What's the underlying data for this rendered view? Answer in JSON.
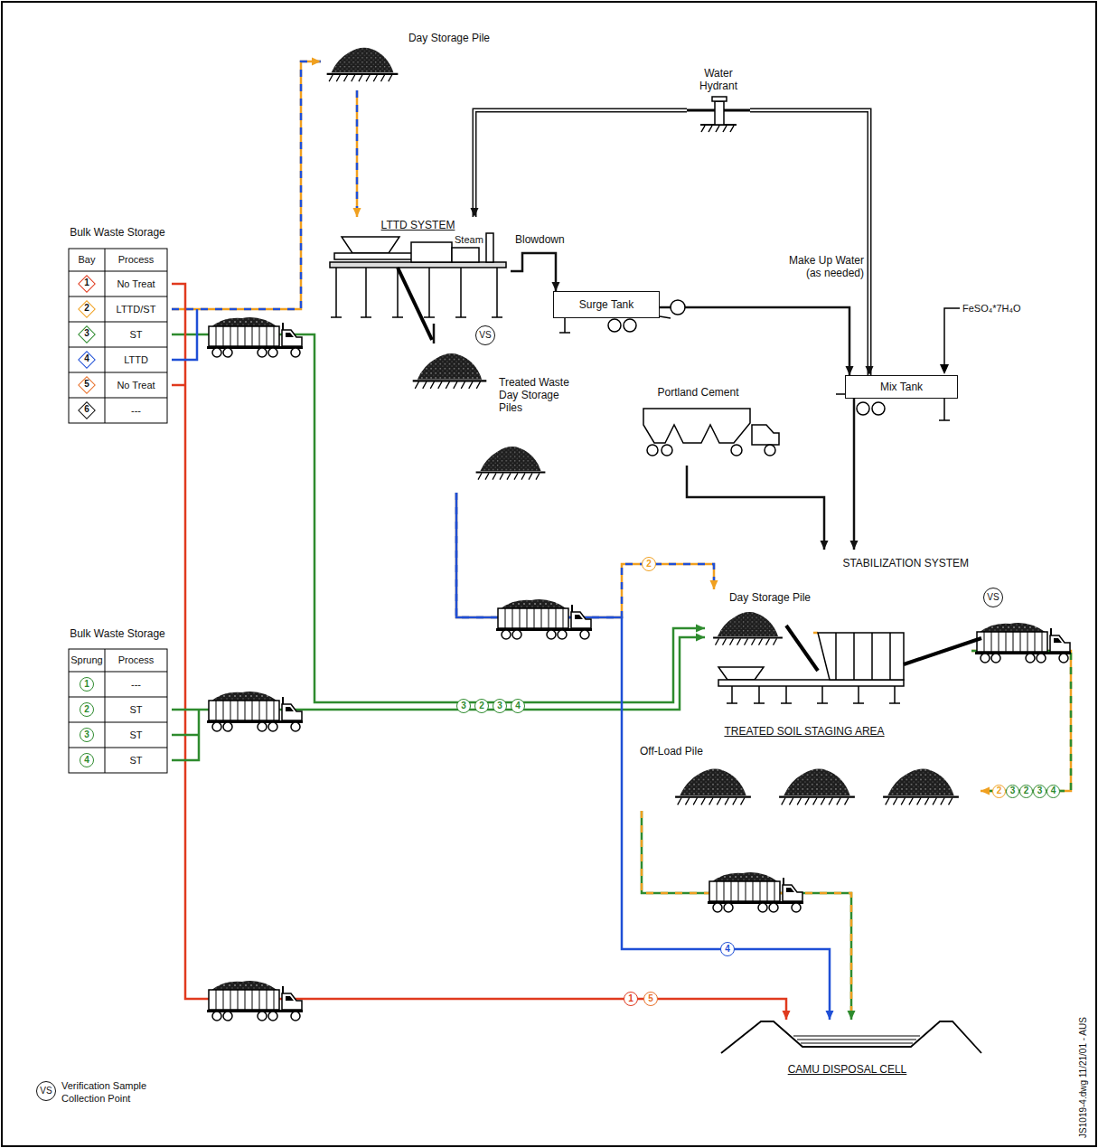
{
  "diagram": {
    "nodes": [
      {
        "text": [
          "Bulk Waste Storage"
        ]
      },
      {
        "text": [
          "Bulk Waste Storage"
        ]
      },
      {
        "text": [
          "Day Storage Pile"
        ]
      },
      {
        "text": [
          "LTTD SYSTEM"
        ]
      },
      {
        "text": [
          "Surge Tank"
        ]
      },
      {
        "text": [
          "Water Hydrant"
        ]
      },
      {
        "text": [
          "Mix Tank"
        ]
      },
      {
        "text": [
          "Treated Waste Day Storage Piles"
        ]
      },
      {
        "text": [
          "Portland Cement"
        ]
      },
      {
        "text": [
          "Day Storage Pile"
        ]
      },
      {
        "text": [
          "STABILIZATION SYSTEM"
        ]
      },
      {
        "text": [
          "TREATED SOIL STAGING AREA"
        ]
      },
      {
        "text": [
          "Off-Load Pile"
        ],
        "in": 11
      },
      {
        "text": [
          "CAMU DISPOSAL CELL"
        ]
      }
    ],
    "edges": [
      {
        "from": 0,
        "to": 2,
        "arrow": "to"
      },
      {
        "from": 0,
        "to": 9,
        "arrow": "to"
      },
      {
        "from": 0,
        "to": 13,
        "arrow": "to"
      },
      {
        "from": 1,
        "to": 9,
        "arrow": "to"
      },
      {
        "from": 2,
        "to": 3,
        "arrow": "to"
      },
      {
        "from": 5,
        "to": 3,
        "arrow": "to"
      },
      {
        "from": 3,
        "to": 4,
        "label": "Blowdown",
        "arrow": "to"
      },
      {
        "from": 5,
        "to": 6,
        "label": "Make Up Water (as needed)",
        "arrow": "to"
      },
      {
        "from": 4,
        "to": 6,
        "arrow": "to"
      },
      {
        "from": 3,
        "to": 7,
        "arrow": "none"
      },
      {
        "from": 7,
        "to": 9,
        "arrow": "to"
      },
      {
        "from": 7,
        "to": 13,
        "arrow": "to"
      },
      {
        "from": 8,
        "to": 10,
        "arrow": "to"
      },
      {
        "from": 6,
        "to": 10,
        "arrow": "to"
      },
      {
        "from": 9,
        "to": 10,
        "arrow": "none"
      },
      {
        "from": 10,
        "to": 11,
        "arrow": "to"
      },
      {
        "from": 12,
        "to": 13,
        "arrow": "to"
      }
    ],
    "labels": [
      "Bay",
      "Process",
      "1",
      "No Treat",
      "2",
      "LTTD/ST",
      "3",
      "ST",
      "4",
      "LTTD",
      "5",
      "No Treat",
      "6",
      "---",
      "Sprung",
      "Process",
      "1",
      "---",
      "2",
      "ST",
      "3",
      "ST",
      "4",
      "ST",
      "Steam",
      "VS",
      "FeSO₄*7H₄O",
      "VS",
      "3",
      "2",
      "3",
      "4",
      "2",
      "4",
      "1",
      "5",
      "2",
      "3",
      "2",
      "3",
      "4",
      "VS",
      "JS1019-4.dwg 11/21/01 - AUS"
    ],
    "legend": [
      {
        "text": "Verification Sample Collection Point"
      }
    ]
  }
}
